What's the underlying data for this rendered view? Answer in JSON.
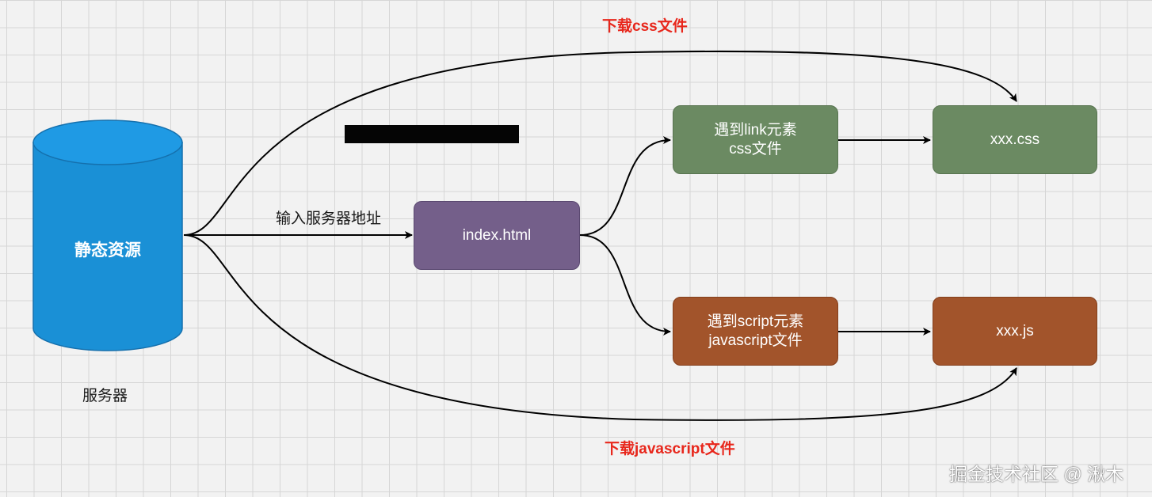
{
  "title_top": "下载css文件",
  "title_bottom": "下载javascript文件",
  "database": {
    "label": "静态资源",
    "caption": "服务器"
  },
  "edge_label": "输入服务器地址",
  "nodes": {
    "index": {
      "label": "index.html"
    },
    "link": {
      "lines": [
        "遇到link元素",
        "css文件"
      ]
    },
    "css": {
      "label": "xxx.css"
    },
    "script": {
      "lines": [
        "遇到script元素",
        "javascript文件"
      ]
    },
    "js": {
      "label": "xxx.js"
    }
  },
  "watermark": "掘金技术社区 @ 湫木",
  "colors": {
    "database": "#1a90d6",
    "index": "#745f8a",
    "green": "#6b8a62",
    "orange": "#a2542b",
    "label_red": "#e8271c"
  }
}
